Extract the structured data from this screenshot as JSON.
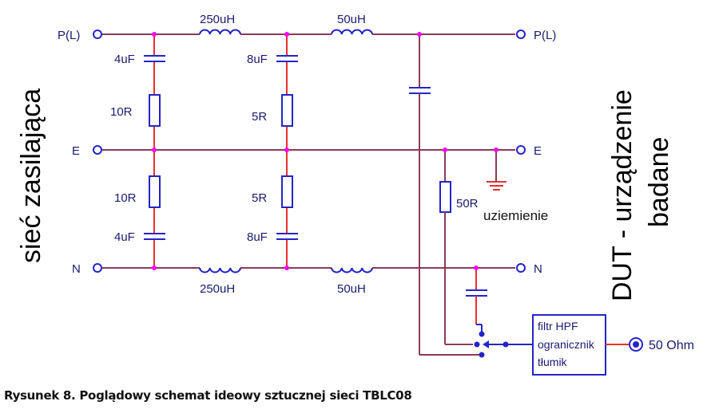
{
  "left_label": "sieć zasilająca",
  "right_label_line1": "DUT - urządzenie",
  "right_label_line2": "badane",
  "terminals": {
    "left": [
      "P(L)",
      "E",
      "N"
    ],
    "right": [
      "P(L)",
      "E",
      "N"
    ]
  },
  "components": {
    "inductor_top_1": "250uH",
    "inductor_top_2": "50uH",
    "inductor_bottom_1": "250uH",
    "inductor_bottom_2": "50uH",
    "cap_top_1": "4uF",
    "cap_top_2": "8uF",
    "res_top_1": "10R",
    "res_top_2": "5R",
    "res_bottom_1": "10R",
    "res_bottom_2": "5R",
    "cap_bottom_1": "4uF",
    "cap_bottom_2": "8uF",
    "res_ground": "50R"
  },
  "ground_label": "uziemienie",
  "filter_box": [
    "filtr HPF",
    "ogranicznik",
    "tłumik"
  ],
  "output_label": "50 Ohm",
  "caption": "Rysunek 8. Poglądowy schemat ideowy sztucznej sieci TBLC08"
}
